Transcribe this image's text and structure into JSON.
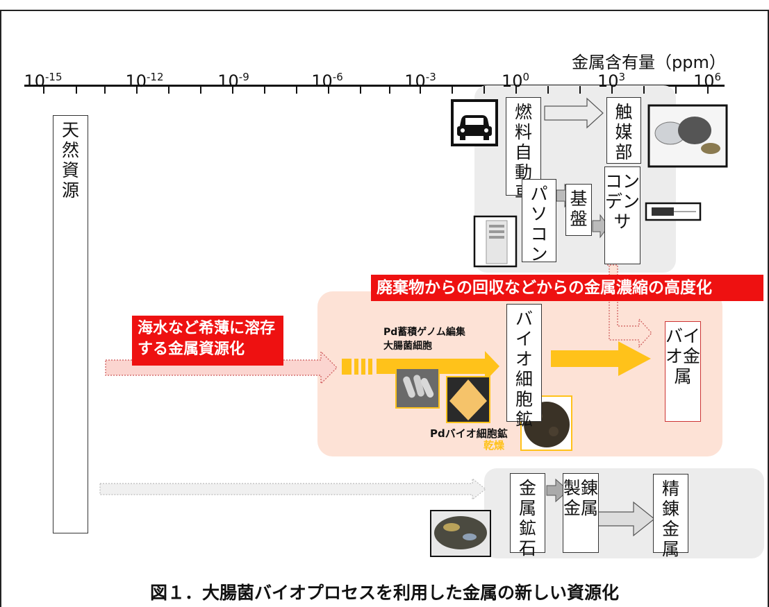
{
  "axis": {
    "title": "金属含有量（ppm）",
    "ticks": [
      {
        "base": "10",
        "exp": "-15"
      },
      {
        "base": "10",
        "exp": "-12"
      },
      {
        "base": "10",
        "exp": "-9"
      },
      {
        "base": "10",
        "exp": "-6"
      },
      {
        "base": "10",
        "exp": "-3"
      },
      {
        "base": "10",
        "exp": "0"
      },
      {
        "base": "10",
        "exp": "3"
      },
      {
        "base": "10",
        "exp": "6"
      }
    ]
  },
  "boxes": {
    "natural_resources": "天然資源",
    "fuel_car": "燃料自動車",
    "catalyst": "触媒部",
    "pc": "パソコン",
    "board": "基盤",
    "condenser": "コンデンサ",
    "bio_cell_ore": "バイオ細胞鉱",
    "bio_metal": "バイオ金属",
    "metal_ore": "金属鉱石",
    "smelted_metal": "製錬金属",
    "refined_metal": "精錬金属"
  },
  "banners": {
    "waste_recovery": "廃棄物からの回収などからの金属濃縮の高度化",
    "seawater_line1": "海水など希薄に溶存",
    "seawater_line2": "する金属資源化"
  },
  "labels": {
    "pd_genome_line1": "Pd蓄積ゲノム編集",
    "pd_genome_line2": "大腸菌細胞",
    "pd_bio_ore": "Pdバイオ細胞鉱",
    "dried": "乾燥"
  },
  "caption": "図１．大腸菌バイオプロセスを利用した金属の新しい資源化",
  "colors": {
    "accent_red": "#ee1111",
    "gold_arrow": "#ffc21a",
    "bio_panel": "#fde2d6",
    "gray_panel": "#ececec"
  }
}
